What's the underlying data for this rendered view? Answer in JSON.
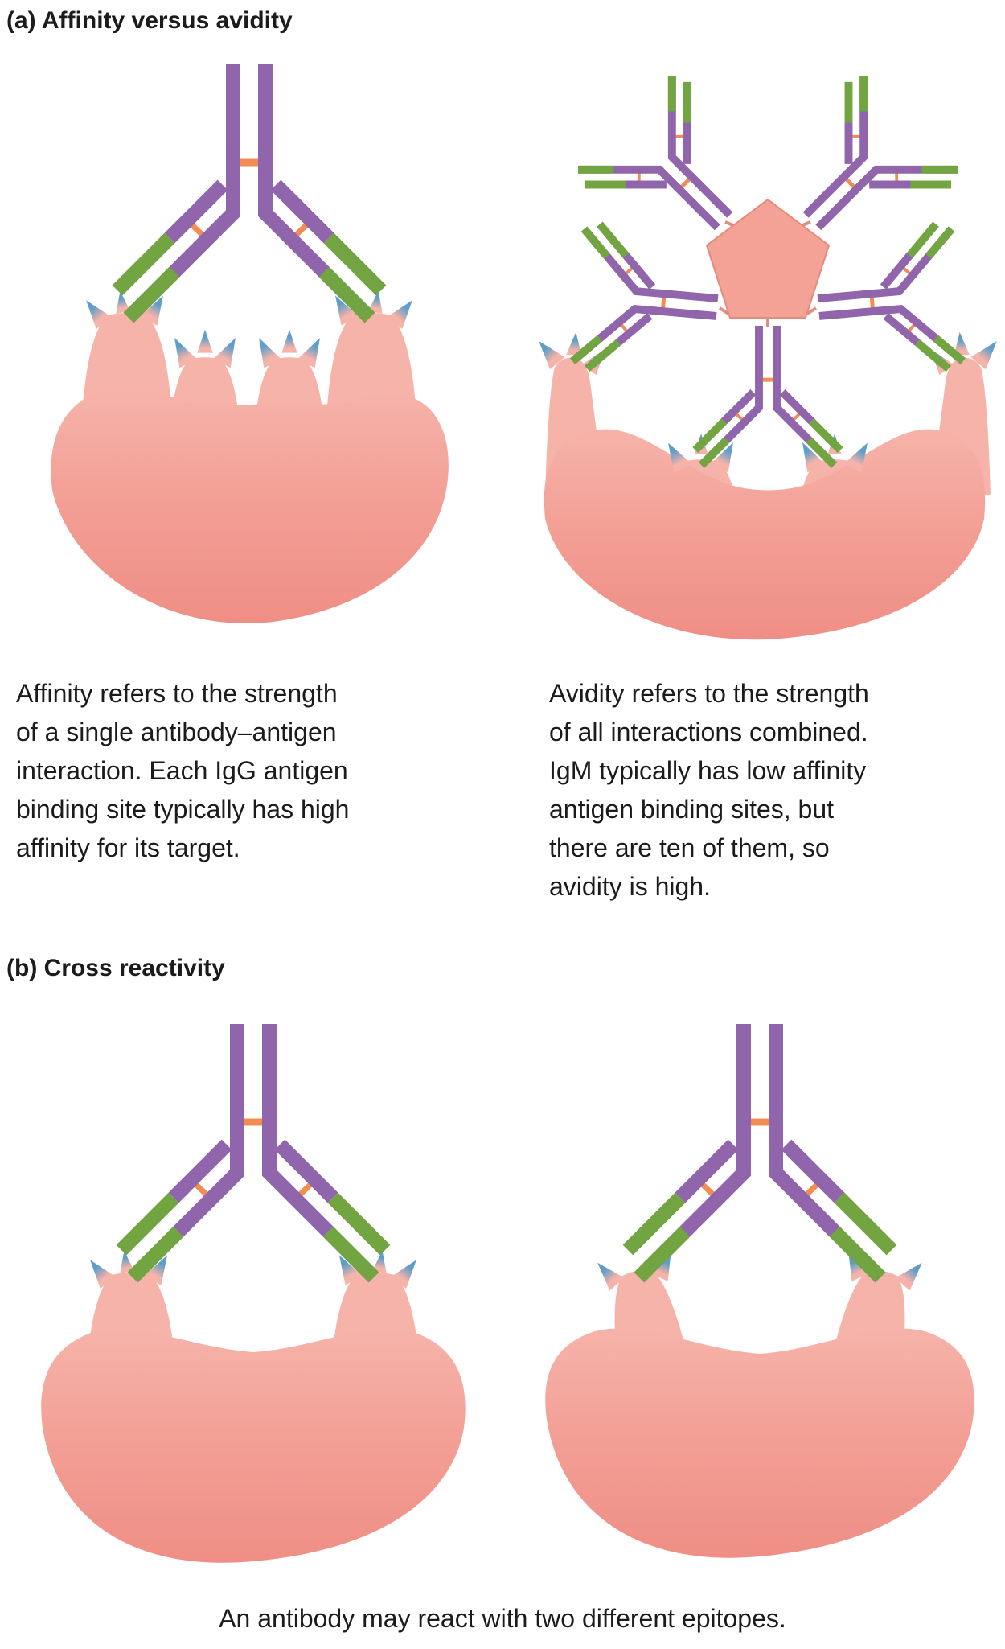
{
  "palette": {
    "purple": "#9065AC",
    "green": "#73A442",
    "orange": "#F18C52",
    "salmon": "#F4A296",
    "salmon_edge": "#E08C7E",
    "pink_light": "#F6B3AA",
    "pink_dark": "#EF8E85",
    "blue_tip": "#5E9EC9",
    "text": "#1B1B1B",
    "bg": "#FFFFFF"
  },
  "section_a": {
    "title": "(a) Affinity versus avidity",
    "affinity_text": "Affinity refers to the strength\nof a single antibody–antigen\ninteraction. Each IgG antigen\nbinding site typically has high\naffinity for its target.",
    "avidity_text": "Avidity refers to the strength\nof all interactions combined.\nIgM typically has low affinity\nantigen binding sites, but\nthere are ten of them, so\navidity is high."
  },
  "section_b": {
    "title": "(b) Cross reactivity",
    "caption": "An antibody may react with two different epitopes."
  }
}
